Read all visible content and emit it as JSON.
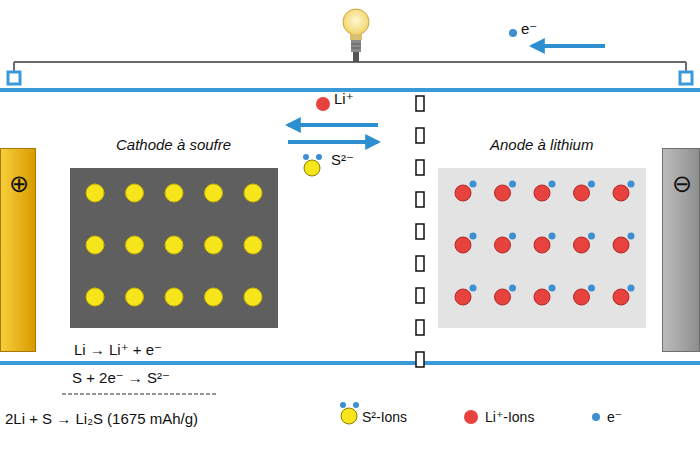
{
  "diagram": {
    "nodes": [
      {
        "text": [
          "⊕"
        ]
      },
      {
        "text": [
          "Cathode à soufre"
        ]
      },
      {
        "text": [
          "Anode à lithium"
        ]
      },
      {
        "text": [
          "⊖"
        ]
      }
    ],
    "labels": [
      "e⁻",
      "Li⁺",
      "S²⁻",
      "Li → Li⁺ + e⁻",
      "S + 2e⁻ → S²⁻",
      "2Li + S → Li₂S (1675 mAh/g)"
    ],
    "legend": [
      {
        "text": "S²-Ions"
      },
      {
        "text": "Li⁺-Ions",
        "color": "#e8423f"
      },
      {
        "text": "e⁻",
        "color": "#3d8fd1"
      }
    ]
  }
}
